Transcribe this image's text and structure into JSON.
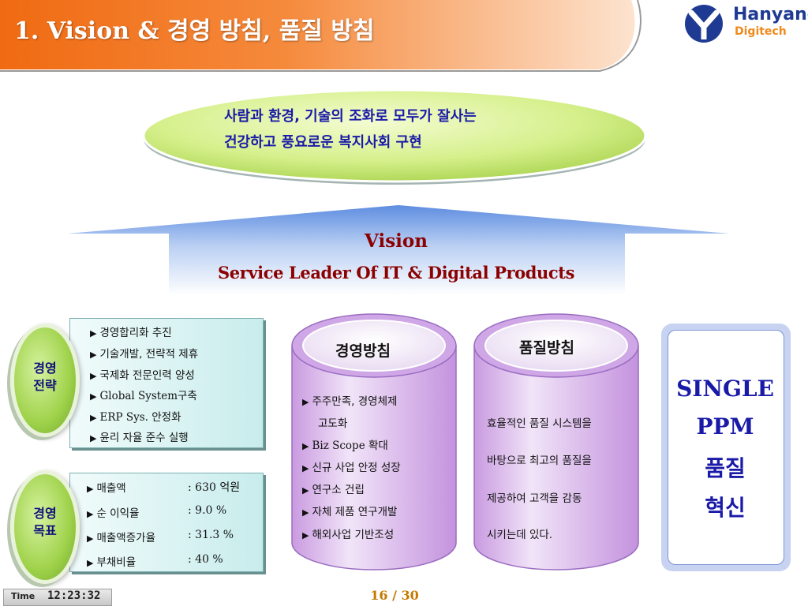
{
  "header": {
    "title": "1. Vision & 경영 방침, 품질 방침",
    "logo": {
      "line1": "Hanyang",
      "line2": "Digitech"
    }
  },
  "slogan": {
    "line1": "사람과 환경, 기술의 조화로 모두가 잘사는",
    "line2": "건강하고 풍요로운 복지사회 구현"
  },
  "vision": {
    "label": "Vision",
    "text": "Service Leader Of IT & Digital Products"
  },
  "strategy": {
    "badge": [
      "경영",
      "전략"
    ],
    "items": [
      "경영합리화 추진",
      "기술개발, 전략적 제휴",
      "국제화 전문인력 양성",
      "Global System구축",
      "ERP Sys. 안정화",
      "윤리 자율 준수 실행"
    ]
  },
  "goals": {
    "badge": [
      "경영",
      "목표"
    ],
    "rows": [
      {
        "label": "매출액",
        "value": ": 630 억원"
      },
      {
        "label": "순 이익율",
        "value": ": 9.0 %"
      },
      {
        "label": "매출액증가율",
        "value": ": 31.3 %"
      },
      {
        "label": "부채비율",
        "value": ":  40 %"
      }
    ]
  },
  "management_policy": {
    "title": "경영방침",
    "items": [
      "주주만족, 경영체제",
      "고도화",
      "Biz Scope 확대",
      "신규 사업 안정 성장",
      "연구소 건립",
      "자체 제품 연구개발",
      "해외사업 기반조성"
    ]
  },
  "quality_policy": {
    "title": "품질방침",
    "lines": [
      "효율적인 품질 시스템을",
      "바탕으로 최고의 품질을",
      "제공하여 고객을 감동",
      "시키는데 있다."
    ]
  },
  "ppm": {
    "lines": [
      "SINGLE",
      "PPM",
      "품질",
      "혁신"
    ]
  },
  "footer": {
    "time_label": "Time",
    "time": "12:23:32",
    "page": "16 / 30"
  },
  "colors": {
    "header_orange": "#f2731b",
    "title_navy": "#1a1aa8",
    "vision_red": "#8b0000",
    "badge_green": "#9fd24a",
    "cylinder_purple": "#d9b8ec"
  }
}
